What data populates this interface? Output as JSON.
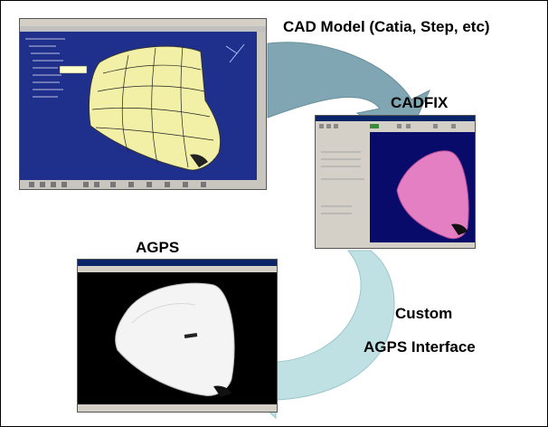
{
  "labels": {
    "cad_model": "CAD Model (Catia, Step, etc)",
    "cadfix": "CADFIX",
    "agps": "AGPS",
    "custom": "Custom",
    "agps_interface": "AGPS Interface"
  },
  "colors": {
    "arrow_top": "#7fa6b2",
    "arrow_bottom": "#bfe1e4",
    "catia_bg": "#1f2f8c",
    "cadfix_viewport": "#080b6a",
    "agps_viewport": "#000000"
  },
  "icons": [
    "catia-screenshot",
    "cadfix-screenshot",
    "agps-screenshot"
  ]
}
